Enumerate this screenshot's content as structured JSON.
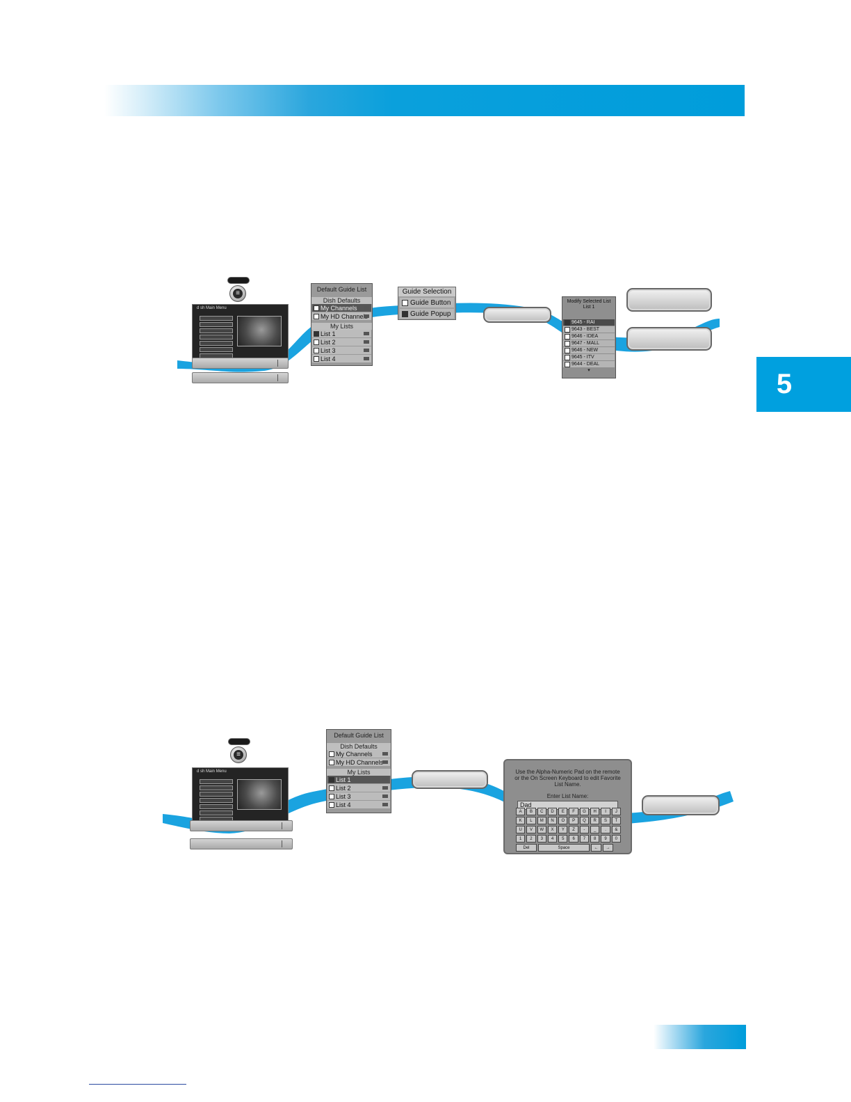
{
  "chapter": {
    "number": "5"
  },
  "remote_label": "≡",
  "main_menu": {
    "brand": "d sh",
    "title": "Main Menu"
  },
  "diagram_top": {
    "guide_list": {
      "title": "Default Guide List",
      "section_defaults": "Dish Defaults",
      "defaults": [
        "My Channels",
        "My HD Channels"
      ],
      "section_lists": "My Lists",
      "lists": [
        "List 1",
        "List 2",
        "List 3",
        "List 4"
      ]
    },
    "guide_selection": {
      "title": "Guide Selection",
      "options": [
        "Guide Button",
        "Guide Popup"
      ]
    },
    "modify_list": {
      "title": "Modify Selected List",
      "subtitle": "List 1",
      "channels": [
        "9645 - RAI",
        "9643 - BEST",
        "9646 - IDEA",
        "9647 - MALL",
        "9646 - NEW",
        "9645 - ITV",
        "9644 - DEAL"
      ]
    }
  },
  "diagram_bottom": {
    "guide_list": {
      "title": "Default Guide List",
      "section_defaults": "Dish Defaults",
      "defaults": [
        "My Channels",
        "My HD Channels"
      ],
      "section_lists": "My Lists",
      "lists": [
        "List 1",
        "List 2",
        "List 3",
        "List 4"
      ]
    },
    "keyboard": {
      "message": "Use the Alpha-Numeric Pad on the remote or the On Screen Keyboard to edit Favorite List Name.",
      "field_label": "Enter List Name:",
      "field_value": "Dad",
      "rows": [
        [
          "A",
          "B",
          "C",
          "D",
          "E",
          "F",
          "G",
          "H",
          "I",
          "J"
        ],
        [
          "K",
          "L",
          "M",
          "N",
          "O",
          "P",
          "Q",
          "R",
          "S",
          "T"
        ],
        [
          "U",
          "V",
          "W",
          "X",
          "Y",
          "Z",
          "-",
          "_",
          ".",
          "&"
        ],
        [
          "1",
          "2",
          "3",
          "4",
          "5",
          "6",
          "7",
          "8",
          "9",
          "0"
        ]
      ],
      "del_label": "Del",
      "space_label": "Space",
      "left_arrow": "←",
      "right_arrow": "→"
    }
  },
  "colors": {
    "accent": "#009ddb",
    "ribbon": "#1aa3e0"
  }
}
